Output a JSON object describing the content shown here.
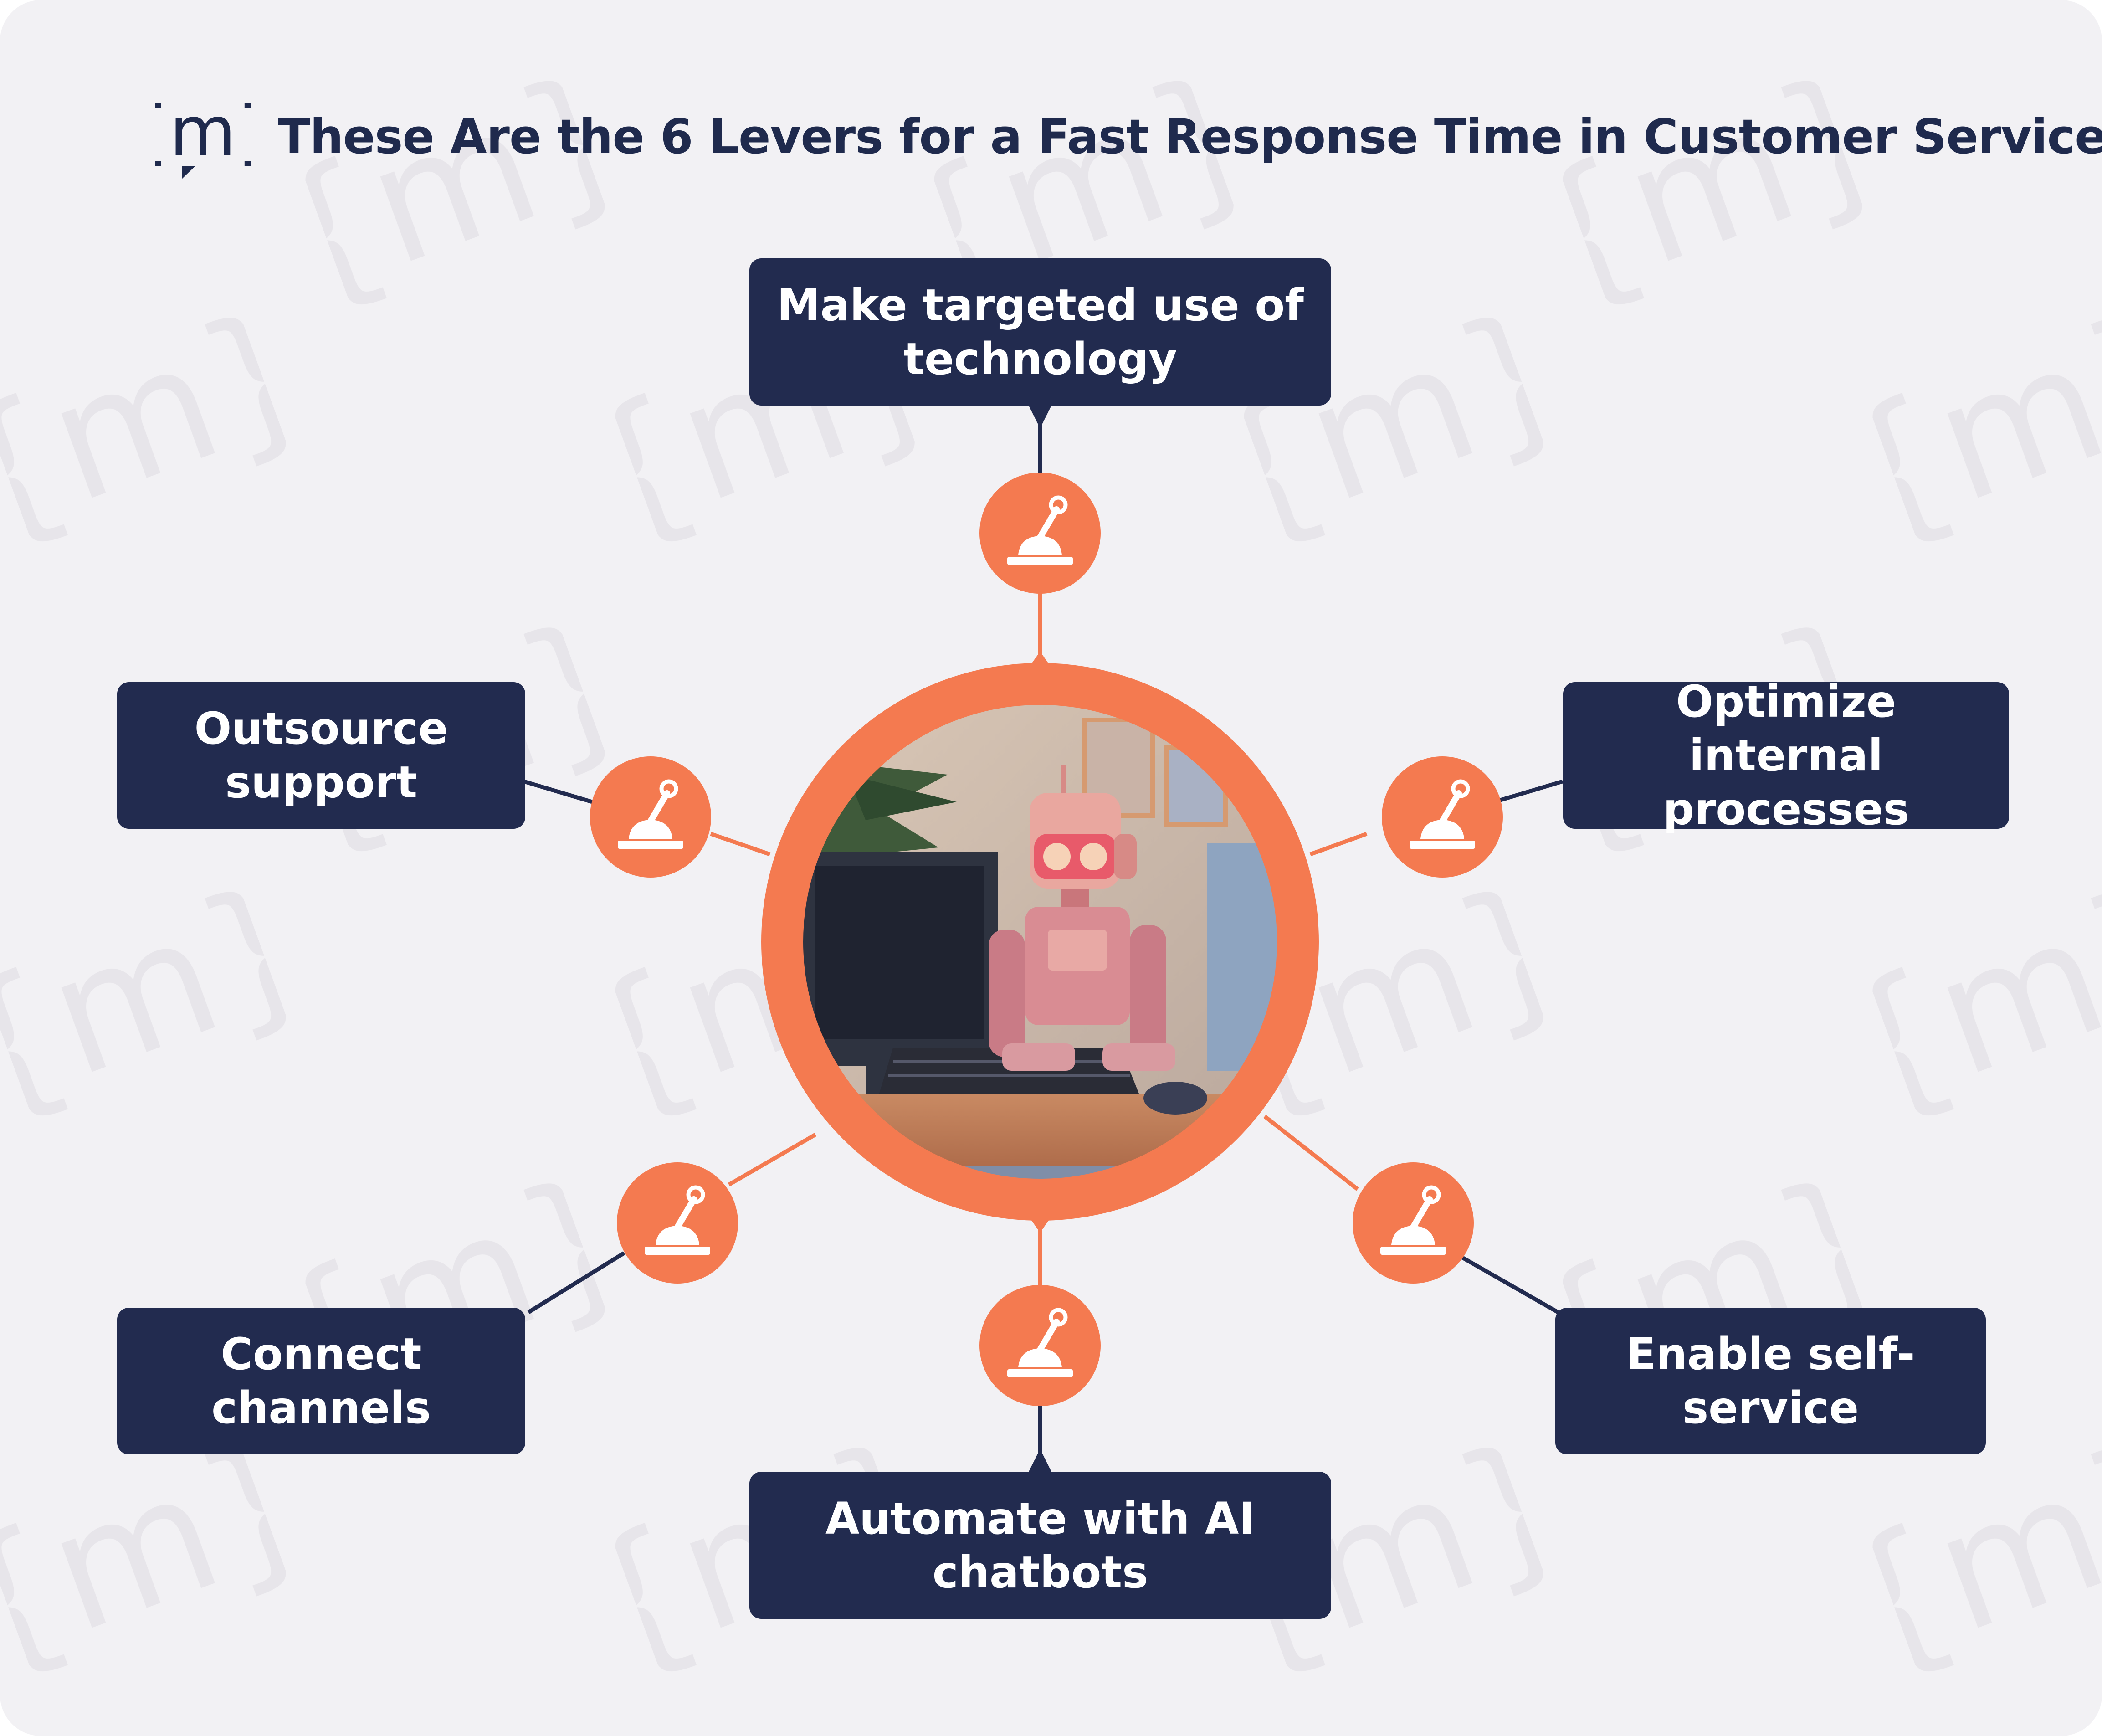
{
  "header": {
    "logo_icon": "m-braces-logo-icon",
    "title": "These Are the 6 Levers for a Fast Response Time in Customer Service"
  },
  "colors": {
    "background": "#f2f1f4",
    "navy": "#222b4f",
    "orange": "#f47a50",
    "watermark": "#e6e4e9"
  },
  "center": {
    "image_icon": "robot-at-computer-illustration"
  },
  "levers": [
    {
      "id": "top",
      "label": "Make targeted use of technology",
      "icon": "lever-joystick-icon"
    },
    {
      "id": "upper-left",
      "label": "Outsource support",
      "icon": "lever-joystick-icon"
    },
    {
      "id": "upper-right",
      "label": "Optimize internal processes",
      "icon": "lever-joystick-icon"
    },
    {
      "id": "lower-left",
      "label": "Connect channels",
      "icon": "lever-joystick-icon"
    },
    {
      "id": "lower-right",
      "label": "Enable self-service",
      "icon": "lever-joystick-icon"
    },
    {
      "id": "bottom",
      "label": "Automate with AI chatbots",
      "icon": "lever-joystick-icon"
    }
  ]
}
